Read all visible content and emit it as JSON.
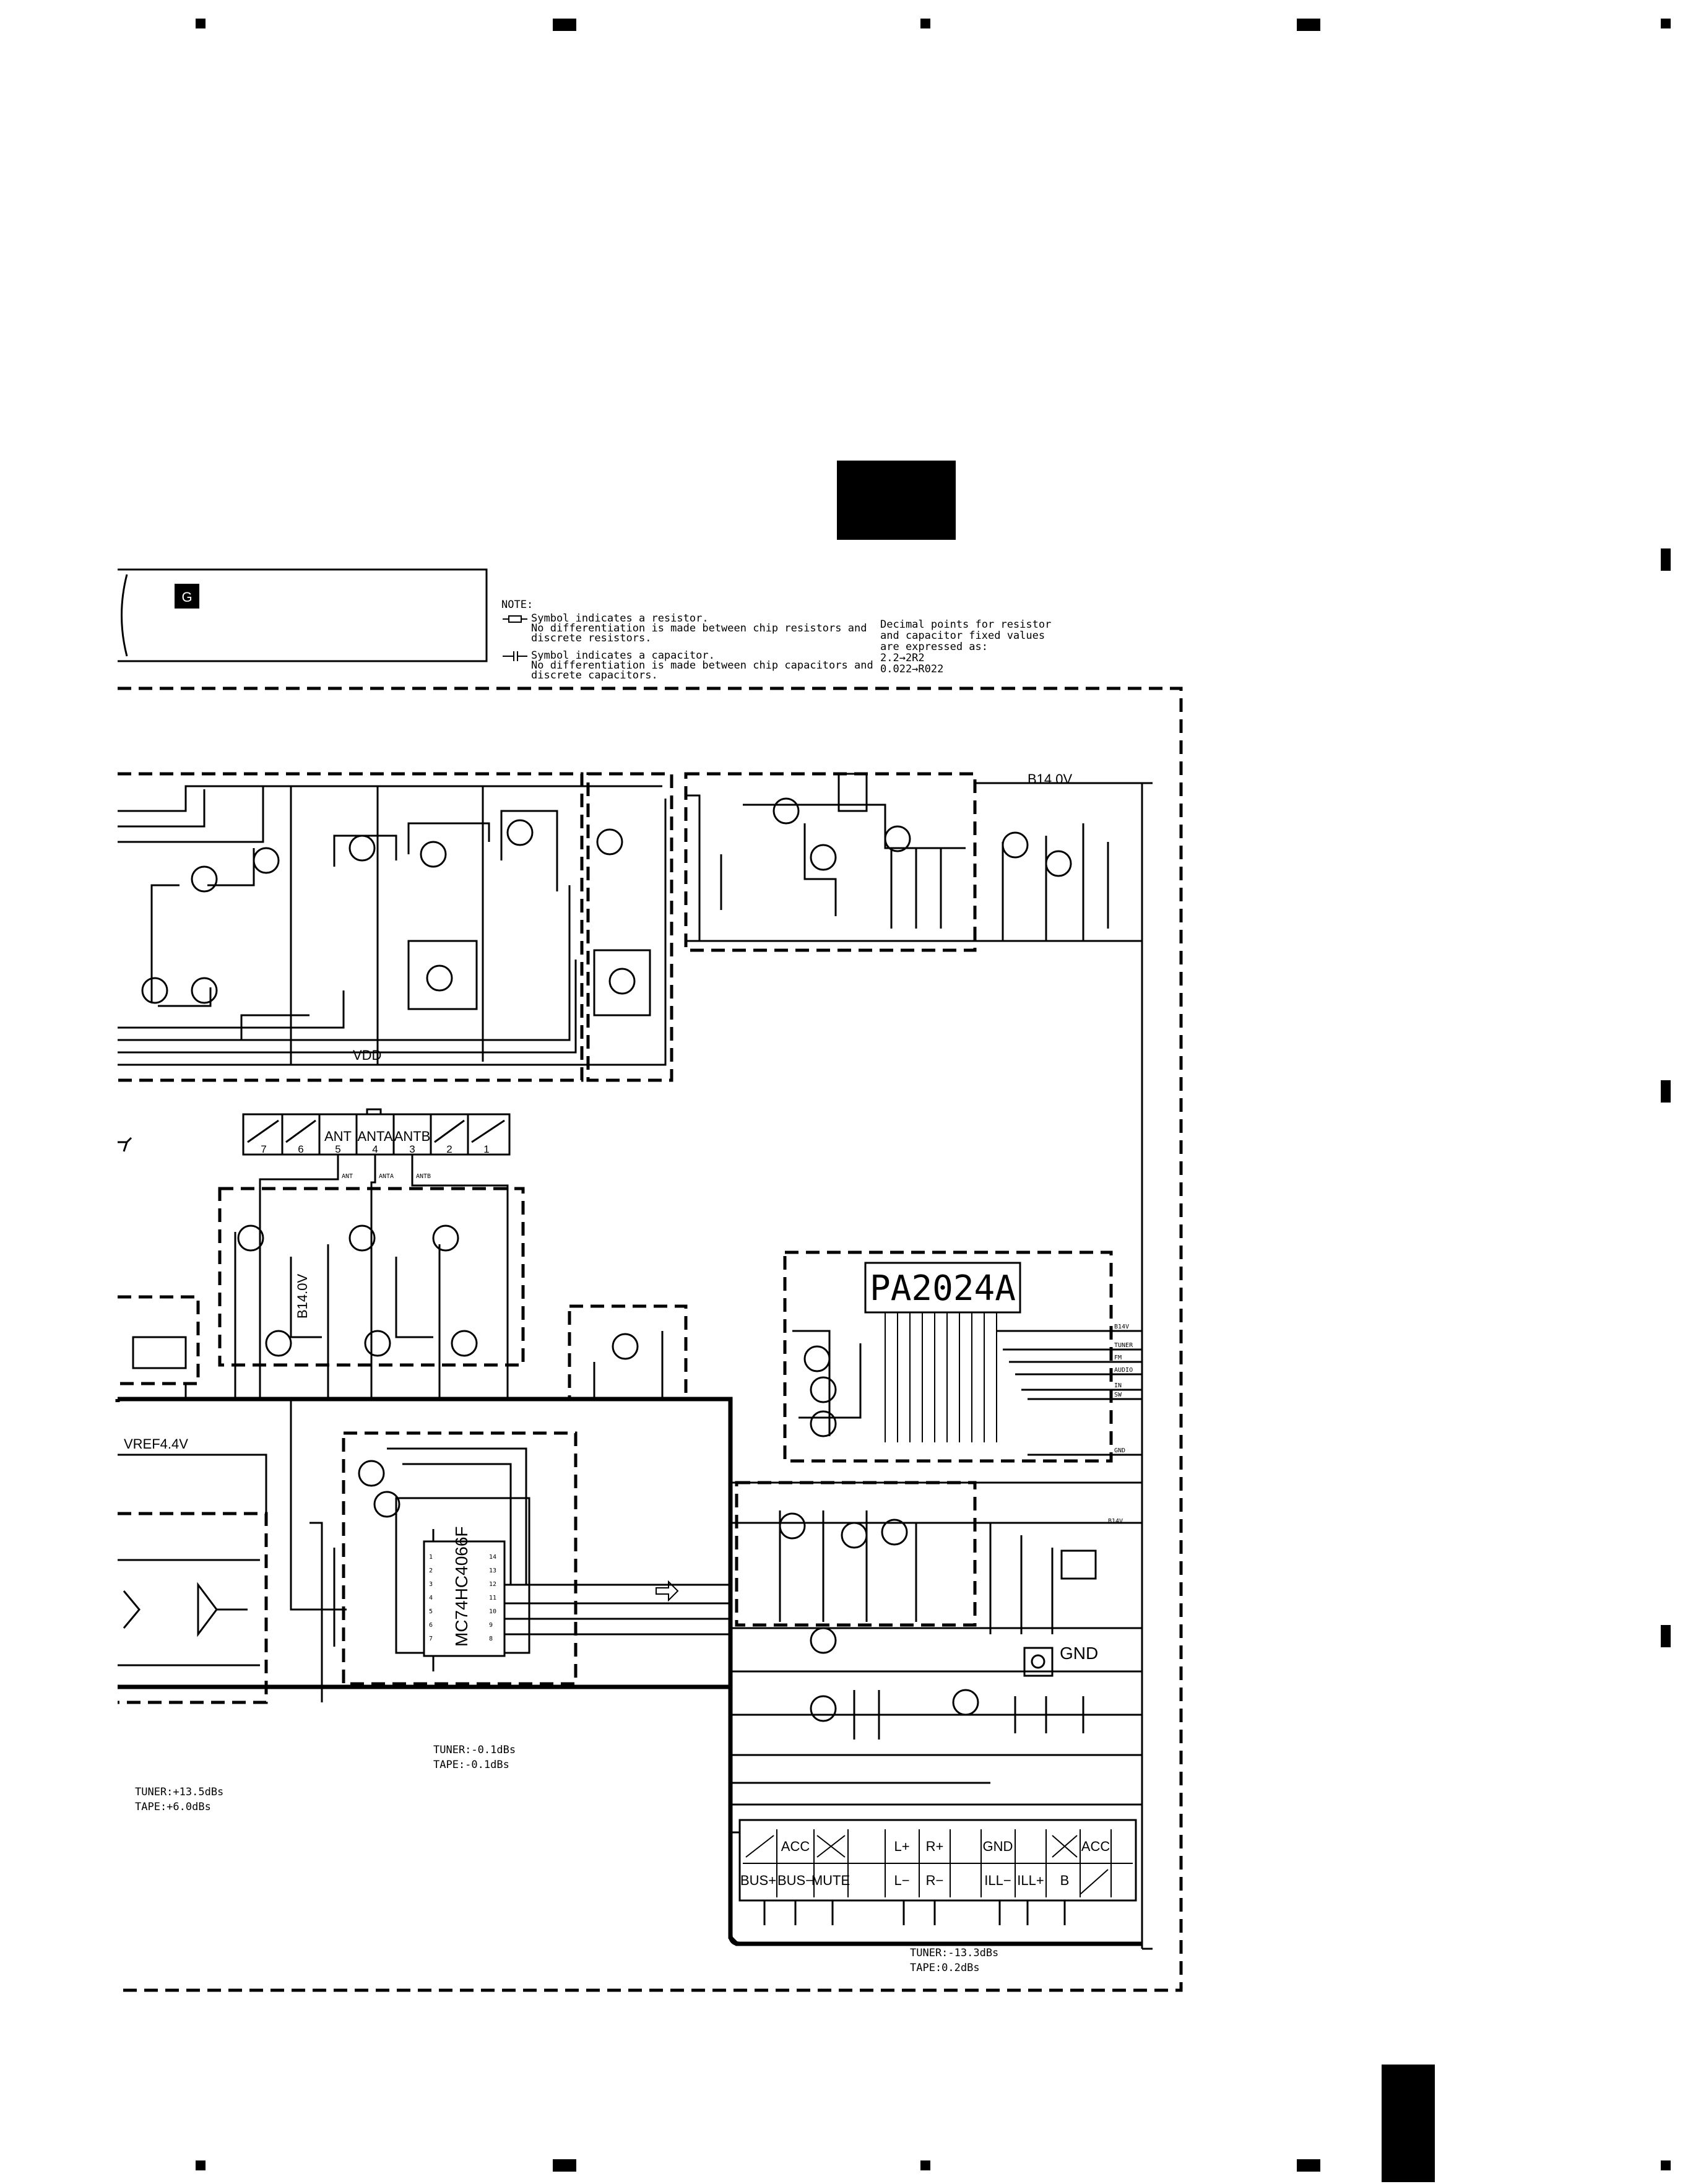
{
  "section_badge": "G",
  "note": {
    "heading": "NOTE:",
    "resistor_line1": "Symbol indicates a resistor.",
    "resistor_line2": "No differentiation is made between chip resistors and",
    "resistor_line3": "discrete resistors.",
    "capacitor_line1": "Symbol indicates a capacitor.",
    "capacitor_line2": "No differentiation is made between chip capacitors and",
    "capacitor_line3": "discrete capacitors.",
    "decimal_line1": "Decimal points for resistor",
    "decimal_line2": "and capacitor fixed values",
    "decimal_line3": "are expressed as:",
    "decimal_line4": "2.2→2R2",
    "decimal_line5": "0.022→R022"
  },
  "rails": {
    "b14_top": "B14.0V",
    "b14_mid": "B14.0V",
    "vdd": "VDD",
    "vref": "VREF4.4V",
    "b14v": "B14V",
    "gnd_symbol": "GND"
  },
  "antenna_connector": {
    "pins": [
      "7",
      "6",
      "5",
      "4",
      "3",
      "2",
      "1"
    ],
    "labels": [
      "",
      "",
      "ANT",
      "ANTA",
      "ANTB",
      "",
      ""
    ],
    "net_ant": "ANT",
    "net_anta": "ANTA",
    "net_antb": "ANTB"
  },
  "ics": {
    "amp_chip": "PA2024A",
    "switch_chip": "MC74HC4066F",
    "switch_pins_left": [
      "1",
      "2",
      "3",
      "4",
      "5",
      "6",
      "7"
    ],
    "switch_pins_right": [
      "14",
      "13",
      "12",
      "11",
      "10",
      "9",
      "8"
    ]
  },
  "amp_nets": [
    "B14V",
    "TUNER",
    "FM",
    "AUDIO",
    "IN",
    "SW",
    "GND"
  ],
  "main_connector": {
    "top_labels": [
      "ACC",
      "L+",
      "R+",
      "GND",
      "ACC"
    ],
    "bottom_labels": [
      "BUS+",
      "BUS−",
      "MUTE",
      "L−",
      "R−",
      "ILL−",
      "ILL+",
      "B"
    ]
  },
  "levels": {
    "mid_tuner": "TUNER:-0.1dBs",
    "mid_tape": "TAPE:-0.1dBs",
    "left_tuner": "TUNER:+13.5dBs",
    "left_tape": "TAPE:+6.0dBs",
    "bottom_tuner": "TUNER:-13.3dBs",
    "bottom_tape": "TAPE:0.2dBs"
  }
}
